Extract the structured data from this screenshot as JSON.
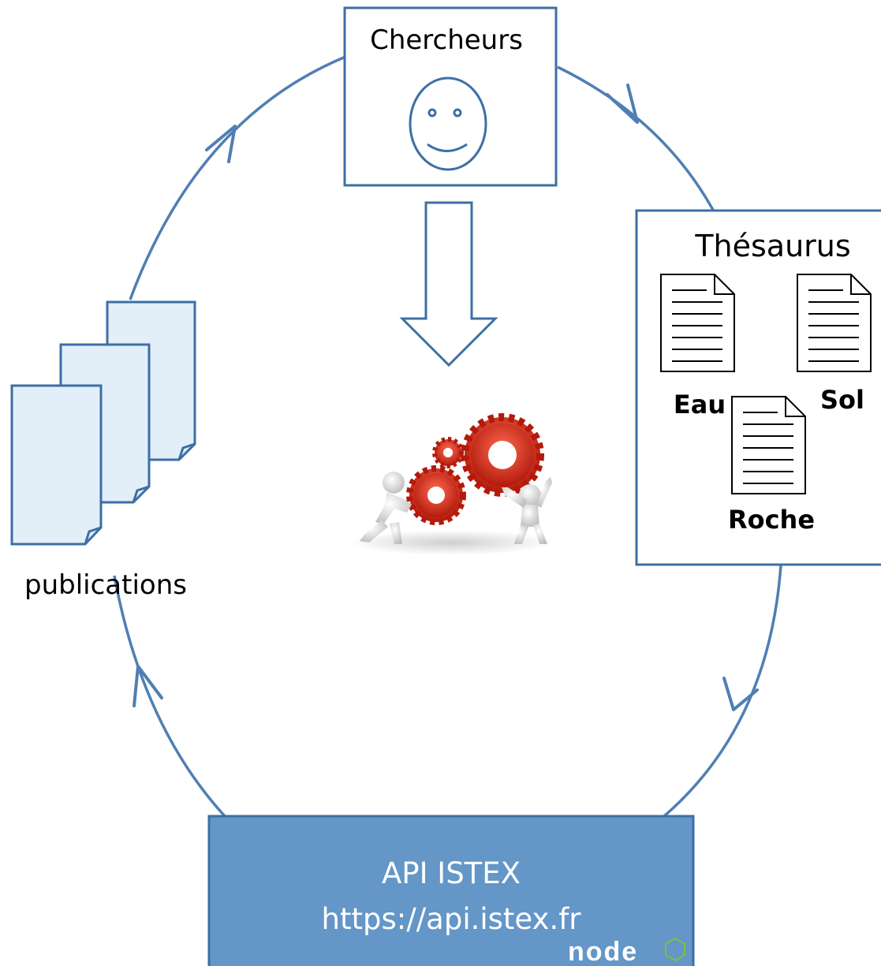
{
  "researchers": {
    "title": "Chercheurs"
  },
  "thesaurus": {
    "title": "Thésaurus",
    "documents": [
      "Eau",
      "Sol",
      "Roche"
    ]
  },
  "publications": {
    "label": "publications"
  },
  "api": {
    "title": "API ISTEX",
    "url": "https://api.istex.fr",
    "logo_text": "node"
  },
  "colors": {
    "cycle_line": "#4f7fb3",
    "api_box": "#6496c8",
    "page_fill": "#e2eef8",
    "page_stroke": "#3c6fa6",
    "gear_red": "#d42a1a",
    "node_green": "#7fbf3f"
  }
}
